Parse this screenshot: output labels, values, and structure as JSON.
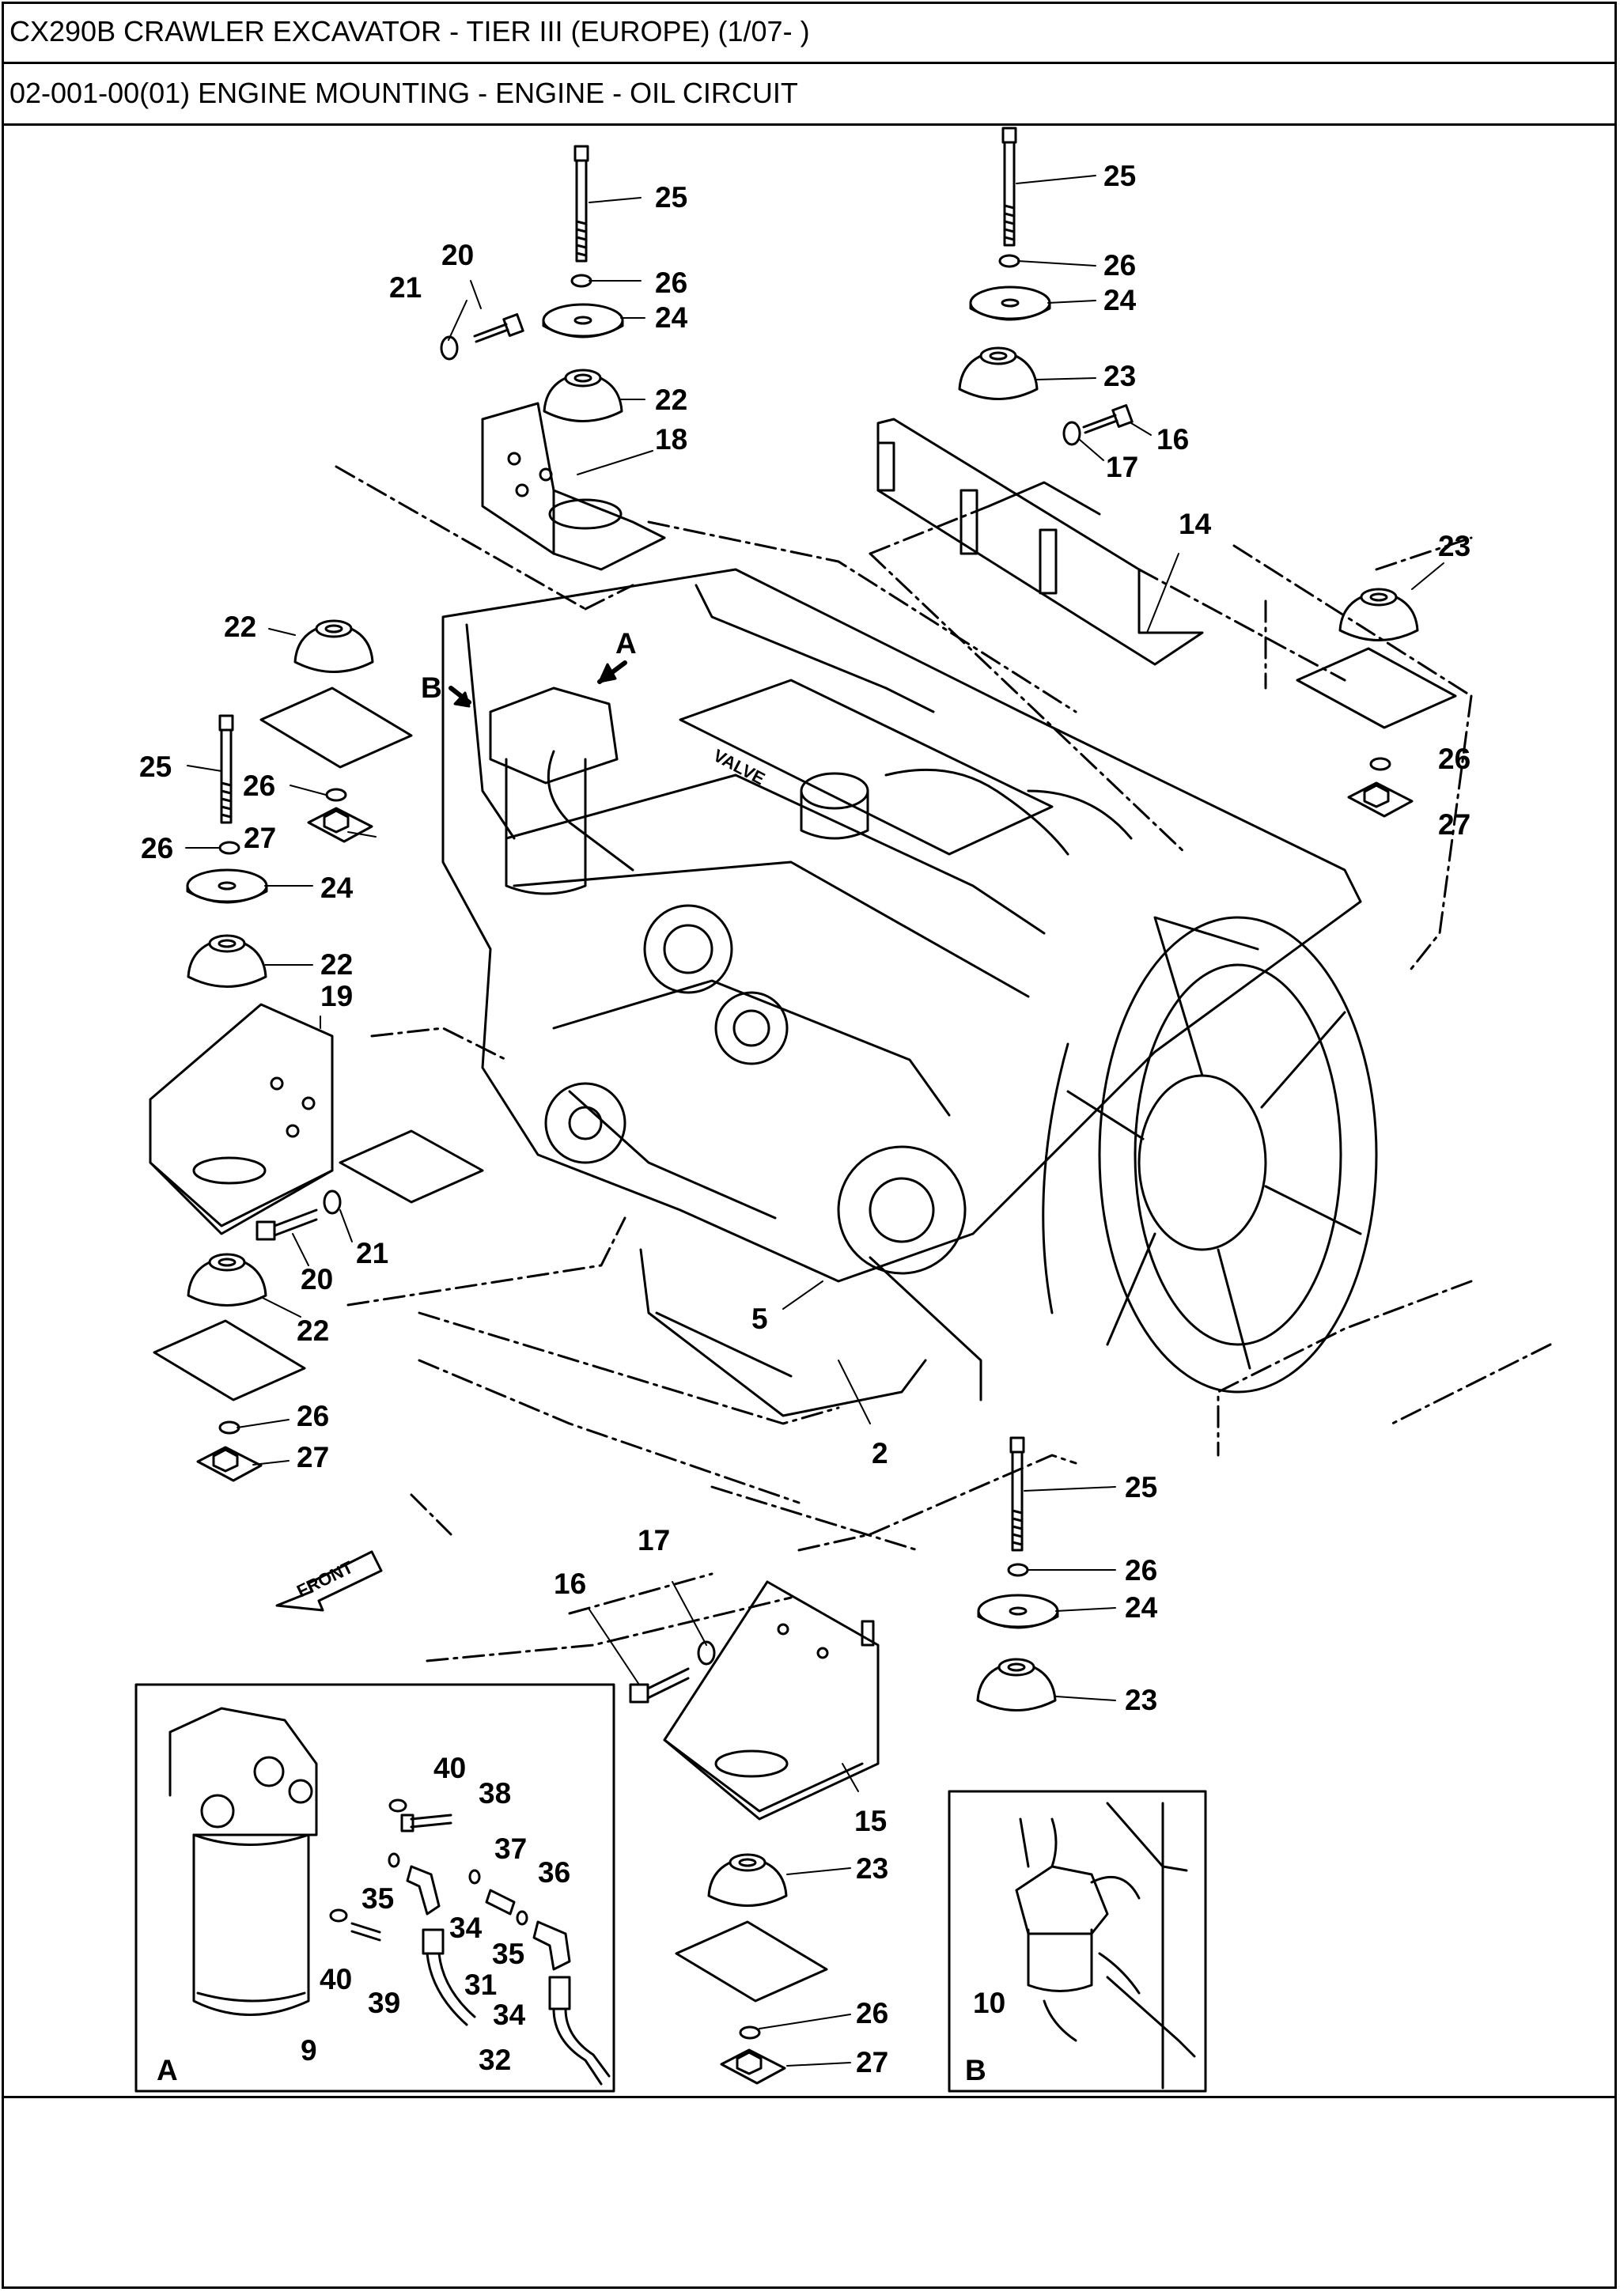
{
  "header": {
    "title": "CX290B CRAWLER EXCAVATOR - TIER III (EUROPE) (1/07- )",
    "subtitle": "02-001-00(01) ENGINE MOUNTING - ENGINE - OIL CIRCUIT"
  },
  "diagram": {
    "callouts": [
      "25",
      "20",
      "26",
      "21",
      "24",
      "22",
      "18",
      "25",
      "26",
      "24",
      "23",
      "16",
      "17",
      "14",
      "23",
      "22",
      "A",
      "B",
      "25",
      "26",
      "26",
      "27",
      "26",
      "27",
      "24",
      "22",
      "19",
      "20",
      "21",
      "22",
      "5",
      "2",
      "26",
      "27",
      "17",
      "16",
      "25",
      "26",
      "24",
      "23",
      "15",
      "23",
      "26",
      "27",
      "40",
      "38",
      "37",
      "36",
      "35",
      "34",
      "35",
      "31",
      "34",
      "40",
      "39",
      "9",
      "32",
      "10"
    ],
    "detail_labels": [
      "A",
      "B"
    ],
    "front_label": "FRONT",
    "engine_text": "VALVE"
  }
}
